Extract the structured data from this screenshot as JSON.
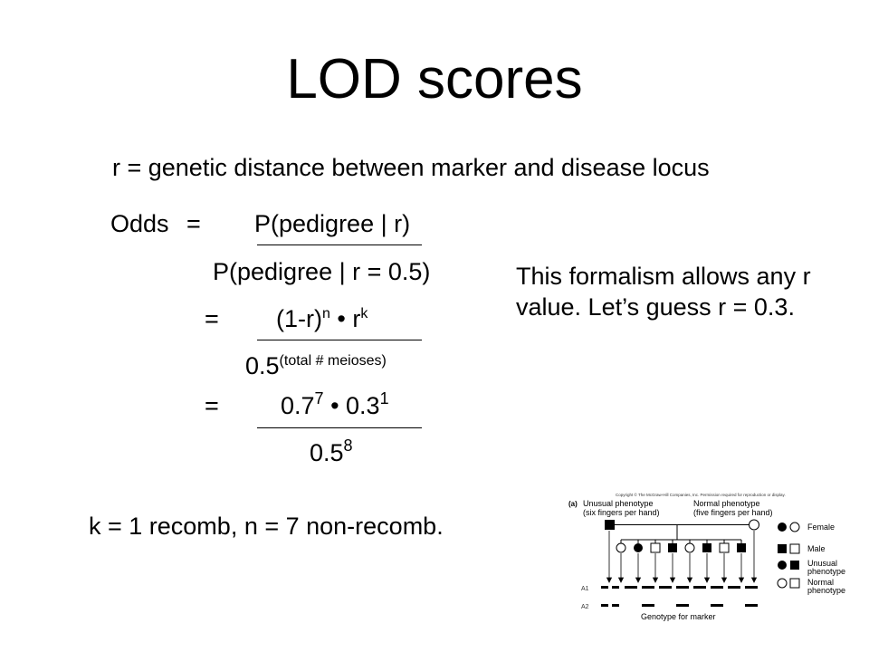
{
  "slide": {
    "title": "LOD scores",
    "definition": "r = genetic distance between marker and disease locus",
    "eq1": {
      "lhs": "Odds",
      "eq": "=",
      "numerator": "P(pedigree | r)",
      "denominator": "P(pedigree | r = 0.5)"
    },
    "eq2": {
      "eq": "=",
      "num_a": "(1-r)",
      "num_a_exp": "n",
      "num_dot": " • ",
      "num_b": "r",
      "num_b_exp": "k",
      "den_base": "0.5",
      "den_exp": "(total # meioses)"
    },
    "eq3": {
      "eq": "=",
      "num_a": "0.7",
      "num_a_exp": "7",
      "num_dot": " • ",
      "num_b": "0.3",
      "num_b_exp": "1",
      "den_base": "0.5",
      "den_exp": "8"
    },
    "note": "This formalism allows any r value.  Let’s guess r = 0.3.",
    "counts": "k = 1 recomb, n = 7 non-recomb."
  },
  "figure": {
    "copyright": "Copyright © The McGraw-Hill Companies, Inc. Permission required for reproduction or display.",
    "panel": "(a)",
    "unusual_heading": "Unusual phenotype",
    "unusual_sub": "(six fingers per hand)",
    "normal_heading": "Normal phenotype",
    "normal_sub": "(five fingers per hand)",
    "legend_female": "Female",
    "legend_male": "Male",
    "legend_unusual_1": "Unusual",
    "legend_unusual_2": "phenotype",
    "legend_normal_1": "Normal",
    "legend_normal_2": "phenotype",
    "allele_1": "A1",
    "allele_2": "A2",
    "genotype_label": "Genotype for marker"
  }
}
